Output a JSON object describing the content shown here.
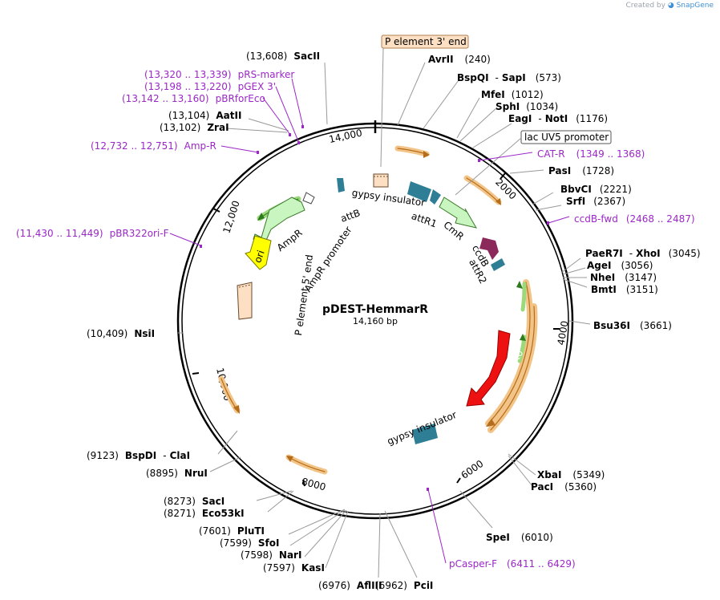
{
  "credit": {
    "prefix": "Created by",
    "brand": "SnapGene"
  },
  "plasmid": {
    "name": "pDEST-HemmarR",
    "length": "14,160 bp"
  },
  "ticks": [
    "14,000",
    "2000",
    "4000",
    "6000",
    "8000",
    "10,000",
    "12,000"
  ],
  "boxed_labels": [
    "P element 3' end",
    "lac UV5 promoter"
  ],
  "enzymes": [
    {
      "pos": "(13,608)",
      "name": "SacII"
    },
    {
      "pos": "(13,104)",
      "name": "AatII"
    },
    {
      "pos": "(13,102)",
      "name": "ZraI"
    },
    {
      "name": "AvrII",
      "pos": "(240)"
    },
    {
      "name": "BspQI",
      "name2": "SapI",
      "pos": "(573)"
    },
    {
      "name": "MfeI",
      "pos": "(1012)"
    },
    {
      "name": "SphI",
      "pos": "(1034)"
    },
    {
      "name": "EagI",
      "name2": "NotI",
      "pos": "(1176)"
    },
    {
      "name": "PasI",
      "pos": "(1728)"
    },
    {
      "name": "BbvCI",
      "pos": "(2221)"
    },
    {
      "name": "SrfI",
      "pos": "(2367)"
    },
    {
      "name": "PaeR7I",
      "name2": "XhoI",
      "pos": "(3045)"
    },
    {
      "name": "AgeI",
      "pos": "(3056)"
    },
    {
      "name": "NheI",
      "pos": "(3147)"
    },
    {
      "name": "BmtI",
      "pos": "(3151)"
    },
    {
      "name": "Bsu36I",
      "pos": "(3661)"
    },
    {
      "name": "XbaI",
      "pos": "(5349)"
    },
    {
      "name": "PacI",
      "pos": "(5360)"
    },
    {
      "name": "SpeI",
      "pos": "(6010)"
    },
    {
      "pos": "(6962)",
      "name": "PciI"
    },
    {
      "pos": "(6976)",
      "name": "AflIII"
    },
    {
      "pos": "(7597)",
      "name": "KasI"
    },
    {
      "pos": "(7598)",
      "name": "NarI"
    },
    {
      "pos": "(7599)",
      "name": "SfoI"
    },
    {
      "pos": "(7601)",
      "name": "PluTI"
    },
    {
      "pos": "(8271)",
      "name": "Eco53kI"
    },
    {
      "pos": "(8273)",
      "name": "SacI"
    },
    {
      "pos": "(8895)",
      "name": "NruI"
    },
    {
      "pos": "(9123)",
      "name": "BspDI",
      "name2": "ClaI"
    },
    {
      "pos": "(10,409)",
      "name": "NsiI"
    }
  ],
  "primers": [
    {
      "range": "(13,320 .. 13,339)",
      "name": "pRS-marker"
    },
    {
      "range": "(13,198 .. 13,220)",
      "name": "pGEX 3'"
    },
    {
      "range": "(13,142 .. 13,160)",
      "name": "pBRforEco"
    },
    {
      "range": "(12,732 .. 12,751)",
      "name": "Amp-R"
    },
    {
      "range": "(11,430 .. 11,449)",
      "name": "pBR322ori-F"
    },
    {
      "name": "CAT-R",
      "range": "(1349 .. 1368)"
    },
    {
      "name": "ccdB-fwd",
      "range": "(2468 .. 2487)"
    },
    {
      "name": "pCasper-F",
      "range": "(6411 .. 6429)"
    }
  ],
  "features": [
    "gypsy insulator",
    "attR1",
    "CmR",
    "ccdB",
    "attR2",
    "tdTomato",
    "gypsy insulator",
    "attB",
    "AmpR",
    "AmpR promoter",
    "ori",
    "P element 5' end"
  ],
  "colors": {
    "primer": "#9b27c7",
    "ring": "#000000",
    "tdTomato": "#ee1111",
    "ampR": "#c8f5c0",
    "ori": "#ffff00",
    "pelement": "#fde0c4",
    "teal": "#2e7f95",
    "ccdB": "#8b2a5a"
  }
}
